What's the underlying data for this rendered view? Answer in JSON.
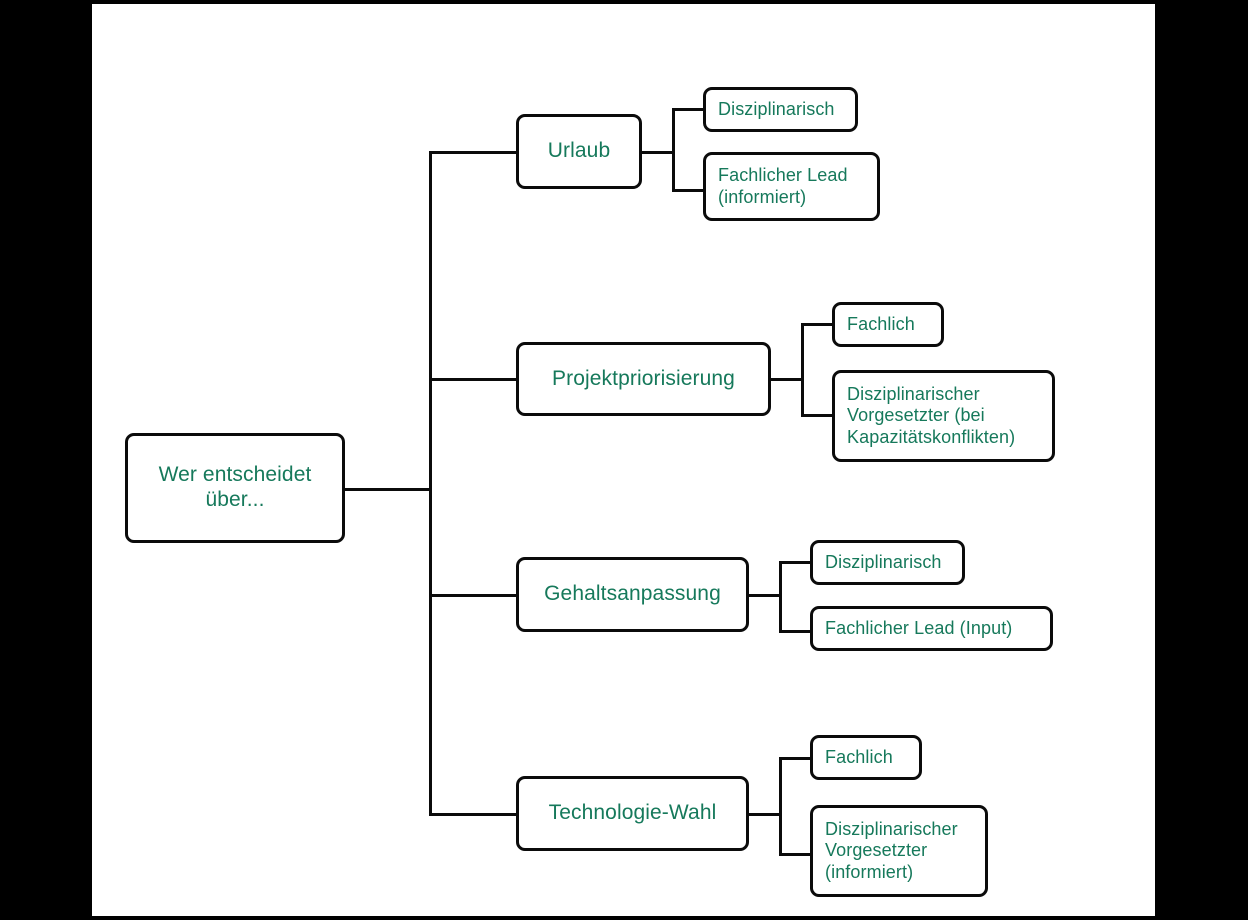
{
  "canvas": {
    "background": "#ffffff",
    "page_background": "#000000",
    "text_color": "#16795b",
    "line_color": "#0b0b0b"
  },
  "diagram": {
    "type": "mind-map",
    "title": "Wer entscheidet über...",
    "root": {
      "label": "Wer entscheidet\nüber..."
    },
    "branches": [
      {
        "label": "Urlaub",
        "children": [
          {
            "label": "Disziplinarisch"
          },
          {
            "label": "Fachlicher Lead\n(informiert)"
          }
        ]
      },
      {
        "label": "Projektpriorisierung",
        "children": [
          {
            "label": "Fachlich"
          },
          {
            "label": "Disziplinarischer\nVorgesetzter (bei\nKapazitätskonflikten)"
          }
        ]
      },
      {
        "label": "Gehaltsanpassung",
        "children": [
          {
            "label": "Disziplinarisch"
          },
          {
            "label": "Fachlicher Lead (Input)"
          }
        ]
      },
      {
        "label": "Technologie-Wahl",
        "children": [
          {
            "label": "Fachlich"
          },
          {
            "label": "Disziplinarischer\nVorgesetzter\n(informiert)"
          }
        ]
      }
    ]
  }
}
